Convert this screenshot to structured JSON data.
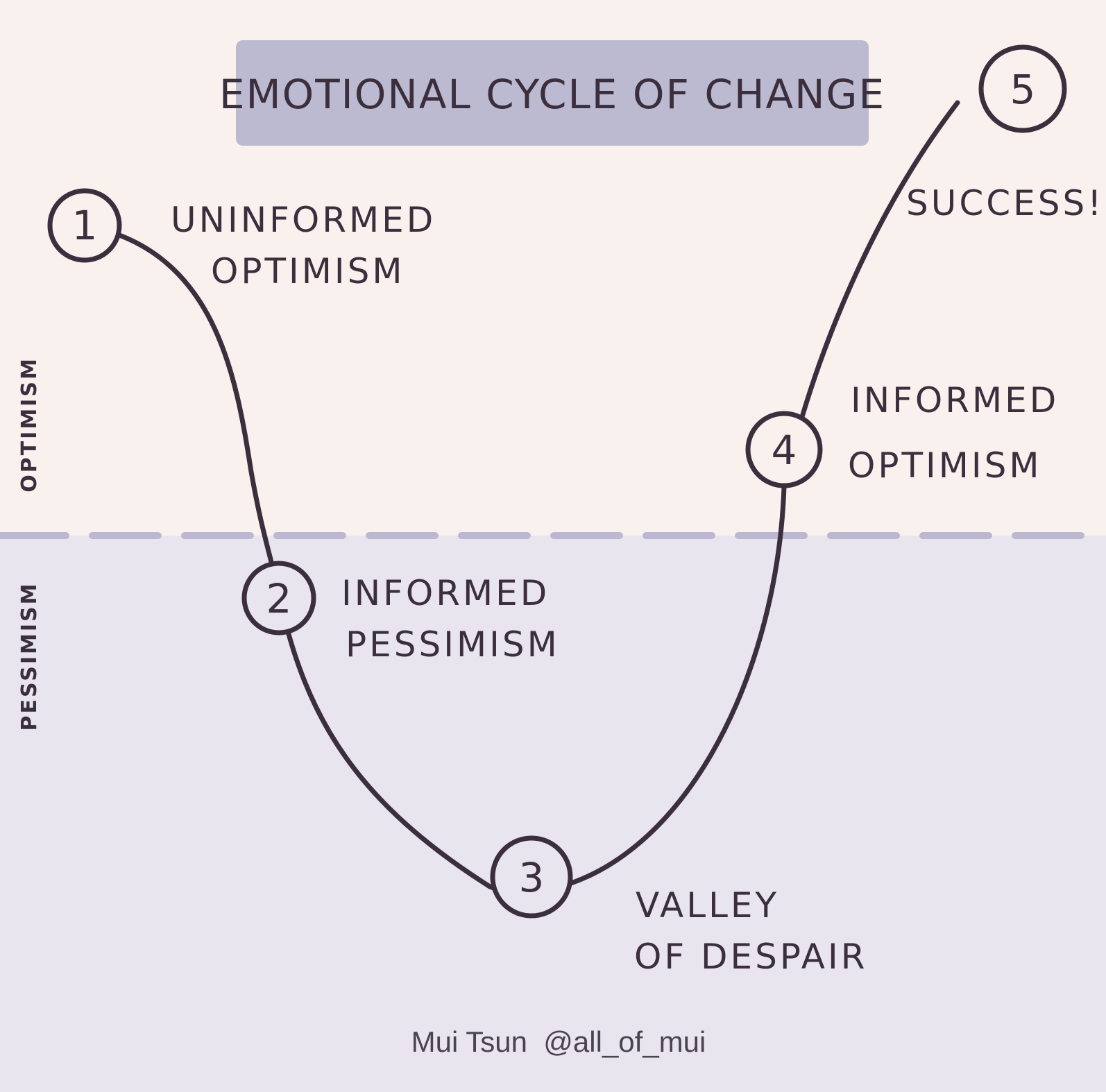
{
  "title": "EMOTIONAL CYCLE OF CHANGE",
  "zones": {
    "upper": "OPTIMISM",
    "lower": "PESSIMISM"
  },
  "stages": [
    {
      "number": "1",
      "line1": "UNINFORMED",
      "line2": "OPTIMISM"
    },
    {
      "number": "2",
      "line1": "INFORMED",
      "line2": "PESSIMISM"
    },
    {
      "number": "3",
      "line1": "VALLEY",
      "line2": "OF DESPAIR"
    },
    {
      "number": "4",
      "line1": "INFORMED",
      "line2": "OPTIMISM"
    },
    {
      "number": "5",
      "line1": "SUCCESS!",
      "line2": ""
    }
  ],
  "credit": "Mui Tsun  @all_of_mui",
  "colors": {
    "upper_background": "#f8f1ee",
    "lower_background": "#e9e5ee",
    "title_box": "#bbbad0",
    "ink": "#3b2e3d",
    "dashed_divider": "#bdb8d2"
  }
}
